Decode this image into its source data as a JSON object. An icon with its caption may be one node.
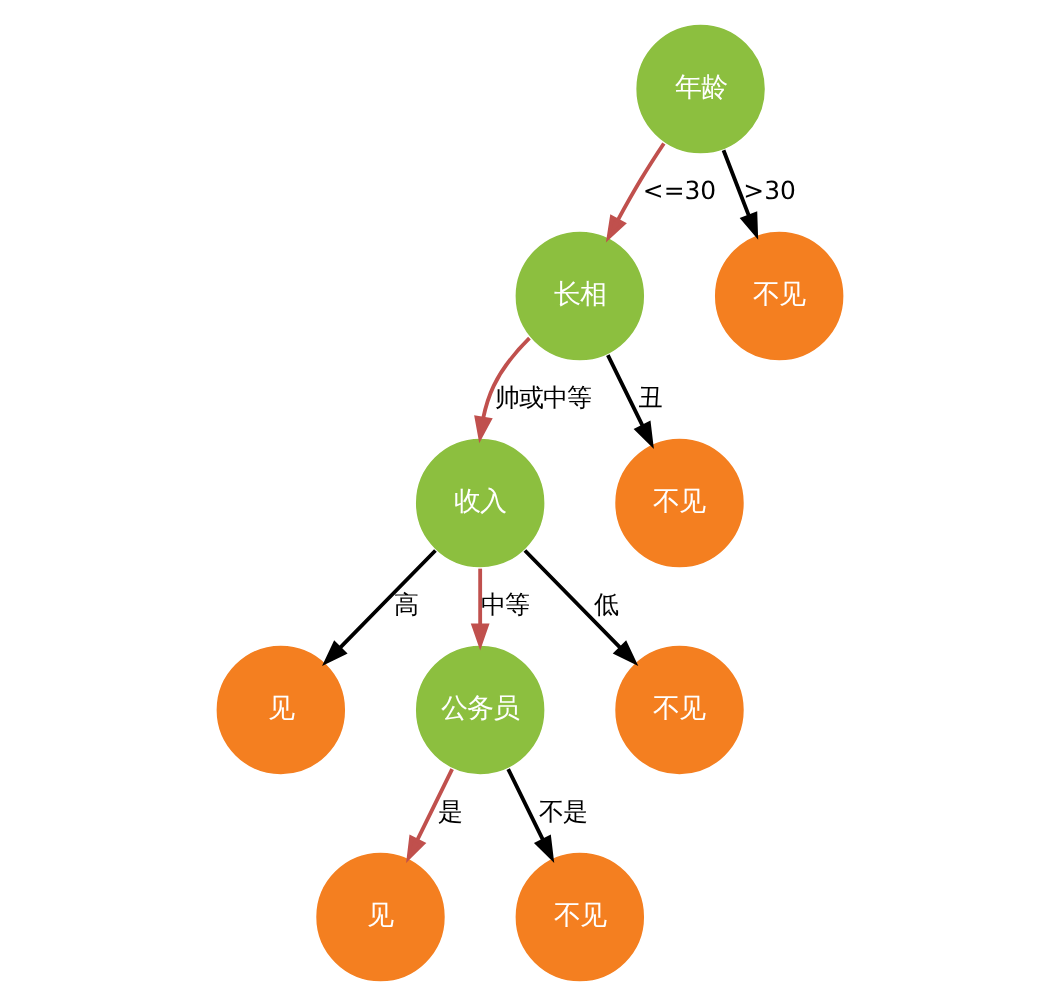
{
  "diagram": {
    "nodes": [
      {
        "text": [
          "年龄"
        ]
      },
      {
        "text": [
          "长相"
        ]
      },
      {
        "text": [
          "不见"
        ]
      },
      {
        "text": [
          "收入"
        ]
      },
      {
        "text": [
          "不见"
        ]
      },
      {
        "text": [
          "见"
        ]
      },
      {
        "text": [
          "公务员"
        ]
      },
      {
        "text": [
          "不见"
        ]
      },
      {
        "text": [
          "见"
        ]
      },
      {
        "text": [
          "不见"
        ]
      }
    ],
    "edges": [
      {
        "from": 0,
        "to": 1,
        "arrow": "to",
        "label": "<=30",
        "color": "#c0504d"
      },
      {
        "from": 0,
        "to": 2,
        "arrow": "to",
        "label": ">30"
      },
      {
        "from": 1,
        "to": 3,
        "arrow": "to",
        "label": "帅或中等",
        "color": "#c0504d"
      },
      {
        "from": 1,
        "to": 4,
        "arrow": "to",
        "label": "丑"
      },
      {
        "from": 3,
        "to": 5,
        "arrow": "to",
        "label": "高"
      },
      {
        "from": 3,
        "to": 6,
        "arrow": "to",
        "label": "中等",
        "color": "#c0504d"
      },
      {
        "from": 3,
        "to": 7,
        "arrow": "to",
        "label": "低"
      },
      {
        "from": 6,
        "to": 8,
        "arrow": "to",
        "label": "是",
        "color": "#c0504d"
      },
      {
        "from": 6,
        "to": 9,
        "arrow": "to",
        "label": "不是"
      }
    ]
  }
}
